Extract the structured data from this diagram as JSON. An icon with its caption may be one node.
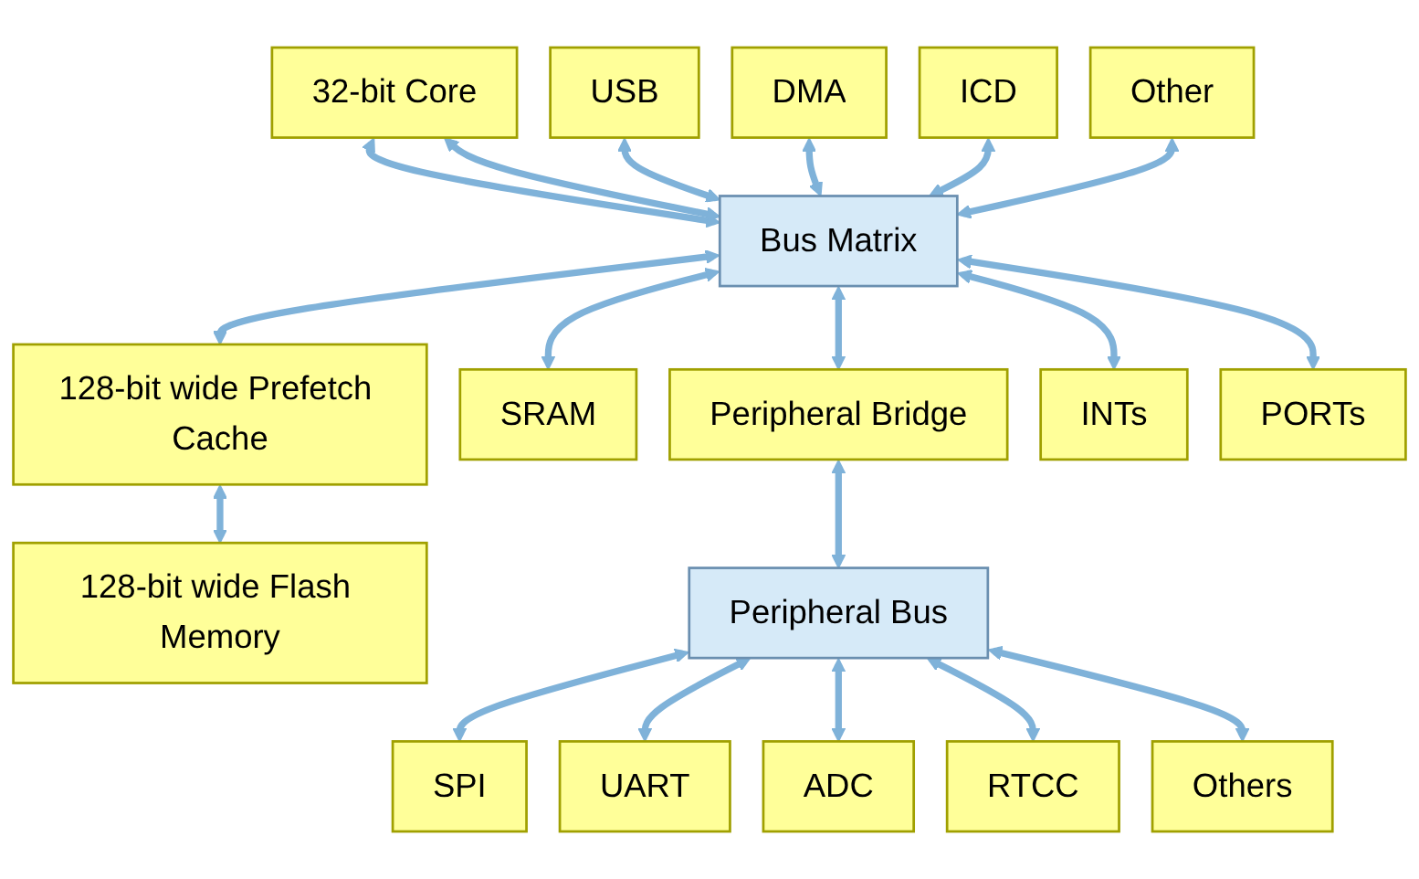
{
  "diagram": {
    "nodes": [
      {
        "text": [
          "32-bit Core"
        ]
      },
      {
        "text": [
          "USB"
        ]
      },
      {
        "text": [
          "DMA"
        ]
      },
      {
        "text": [
          "ICD"
        ]
      },
      {
        "text": [
          "Other"
        ]
      },
      {
        "text": [
          "Bus Matrix"
        ]
      },
      {
        "text": [
          "128-bit wide Prefetch Cache"
        ]
      },
      {
        "text": [
          "SRAM"
        ]
      },
      {
        "text": [
          "Peripheral Bridge"
        ]
      },
      {
        "text": [
          "INTs"
        ]
      },
      {
        "text": [
          "PORTs"
        ]
      },
      {
        "text": [
          "128-bit wide Flash Memory"
        ]
      },
      {
        "text": [
          "Peripheral Bus"
        ]
      },
      {
        "text": [
          "SPI"
        ]
      },
      {
        "text": [
          "UART"
        ]
      },
      {
        "text": [
          "ADC"
        ]
      },
      {
        "text": [
          "RTCC"
        ]
      },
      {
        "text": [
          "Others"
        ]
      }
    ],
    "edges": [
      {
        "from": 0,
        "to": 5,
        "arrow": "both"
      },
      {
        "from": 0,
        "to": 5,
        "arrow": "both"
      },
      {
        "from": 1,
        "to": 5,
        "arrow": "both"
      },
      {
        "from": 2,
        "to": 5,
        "arrow": "both"
      },
      {
        "from": 3,
        "to": 5,
        "arrow": "both"
      },
      {
        "from": 4,
        "to": 5,
        "arrow": "both"
      },
      {
        "from": 5,
        "to": 6,
        "arrow": "both"
      },
      {
        "from": 5,
        "to": 7,
        "arrow": "both"
      },
      {
        "from": 5,
        "to": 8,
        "arrow": "both"
      },
      {
        "from": 5,
        "to": 9,
        "arrow": "both"
      },
      {
        "from": 5,
        "to": 10,
        "arrow": "both"
      },
      {
        "from": 6,
        "to": 11,
        "arrow": "both"
      },
      {
        "from": 8,
        "to": 12,
        "arrow": "both"
      },
      {
        "from": 12,
        "to": 13,
        "arrow": "both"
      },
      {
        "from": 12,
        "to": 14,
        "arrow": "both"
      },
      {
        "from": 12,
        "to": 15,
        "arrow": "both"
      },
      {
        "from": 12,
        "to": 16,
        "arrow": "both"
      },
      {
        "from": 12,
        "to": 17,
        "arrow": "both"
      }
    ]
  }
}
